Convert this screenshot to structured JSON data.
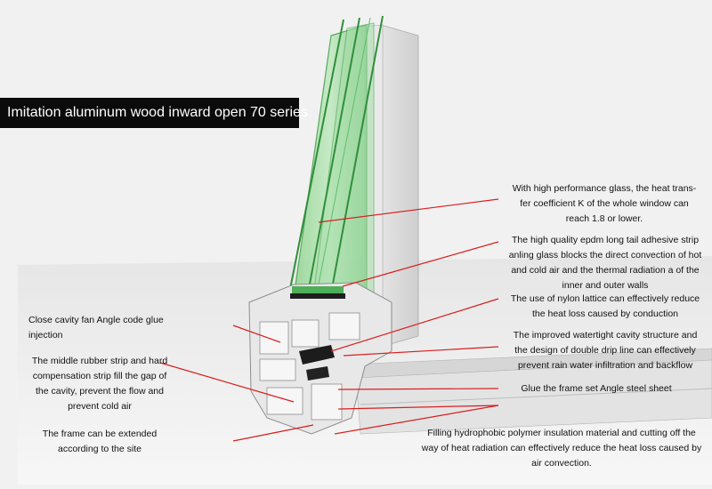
{
  "title": "Imitation aluminum wood inward open 70 series",
  "callouts_right": [
    {
      "id": "glass",
      "text": "With high performance glass, the heat trans-\nfer coefficient K of the whole window can\nreach 1.8 or lower."
    },
    {
      "id": "epdm",
      "text": "The high quality epdm long tail adhesive strip\nanling glass blocks the direct convection of hot\nand cold air and the thermal radiation a of the\ninner and outer walls"
    },
    {
      "id": "nylon",
      "text": "The use of nylon lattice can effectively reduce\nthe heat loss caused by conduction"
    },
    {
      "id": "watertight",
      "text": "The improved watertight cavity structure and\nthe design of double drip line can effectively\nprevent rain water infiltration and backflow"
    },
    {
      "id": "steel-sheet",
      "text": "Glue the frame set Angle steel sheet"
    },
    {
      "id": "hydrophobic",
      "text": "Filling hydrophobic polymer insulation material and cutting off the\nway of heat radiation can effectively reduce the heat loss caused by\nair convection."
    }
  ],
  "callouts_left": [
    {
      "id": "cavity-fan",
      "text": "Close cavity fan Angle code glue\ninjection"
    },
    {
      "id": "rubber-strip",
      "text": "The middle rubber strip and hard\ncompensation strip fill the gap of\nthe cavity, prevent the flow and\nprevent cold air"
    },
    {
      "id": "frame-extended",
      "text": "The frame can be extended\naccording to the site"
    }
  ],
  "colors": {
    "leader": "#d81f1f",
    "glass": "#5fbf6a",
    "profile": "#dcdcdc",
    "banner": "#0b0b0b"
  }
}
